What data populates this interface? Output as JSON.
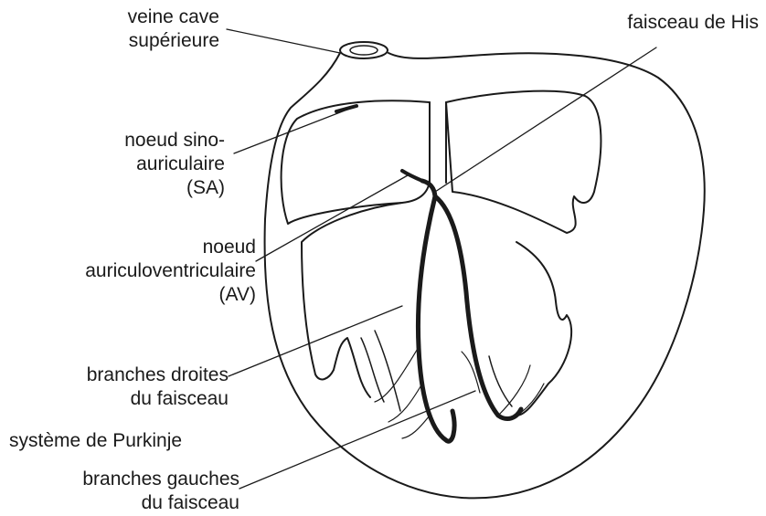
{
  "labels": {
    "veine_cave": [
      "veine cave",
      "supérieure"
    ],
    "faisceau_his": "faisceau de His",
    "noeud_sa": [
      "noeud sino-",
      "auriculaire",
      "(SA)"
    ],
    "noeud_av": [
      "noeud",
      "auriculoventriculaire",
      "(AV)"
    ],
    "branches_droites": [
      "branches droites",
      "du faisceau"
    ],
    "purkinje": "système de Purkinje",
    "branches_gauches": [
      "branches gauches",
      "du faisceau"
    ]
  }
}
